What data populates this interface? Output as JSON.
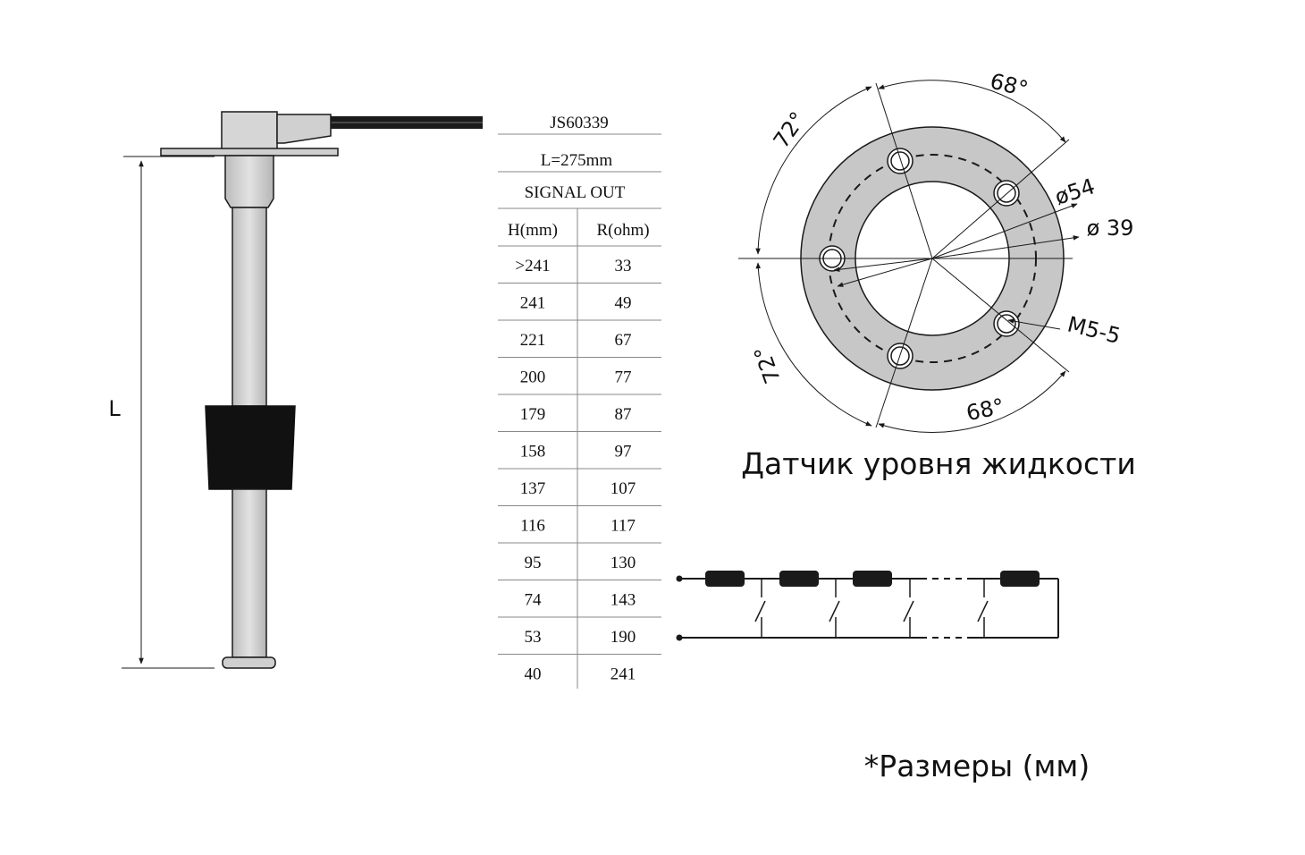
{
  "sensor": {
    "length_label": "L"
  },
  "spec_table": {
    "model": "JS60339",
    "length": "L=275mm",
    "signal": "SIGNAL OUT",
    "columns": [
      "H(mm)",
      "R(ohm)"
    ],
    "rows": [
      [
        ">241",
        "33"
      ],
      [
        "241",
        "49"
      ],
      [
        "221",
        "67"
      ],
      [
        "200",
        "77"
      ],
      [
        "179",
        "87"
      ],
      [
        "158",
        "97"
      ],
      [
        "137",
        "107"
      ],
      [
        "116",
        "117"
      ],
      [
        "95",
        "130"
      ],
      [
        "74",
        "143"
      ],
      [
        "53",
        "190"
      ],
      [
        "40",
        "241"
      ]
    ]
  },
  "flange": {
    "angle_top_right": "68°",
    "angle_top_left": "72°",
    "angle_bottom_left": "72°",
    "angle_bottom_right": "68°",
    "outer_dia": "ø54",
    "inner_dia": "ø 39",
    "screw": "M5-5"
  },
  "caption": "Датчик уровня жидкости",
  "footnote": "*Размеры (мм)",
  "colors": {
    "ring": "#c7c7c7",
    "tube": "#d4d4d4",
    "float": "#111111",
    "line": "#1a1a1a"
  }
}
